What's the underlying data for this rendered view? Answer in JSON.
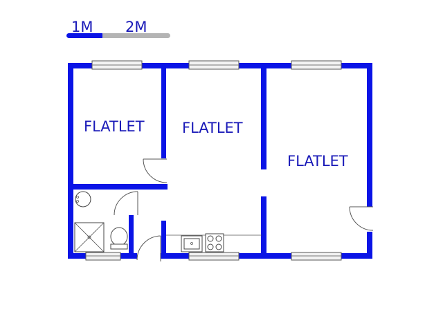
{
  "scale_bar": {
    "segments": [
      {
        "label": "1M",
        "color": "#0a14e6"
      },
      {
        "label": "2M",
        "color": "#b4b4b4"
      }
    ]
  },
  "rooms": [
    {
      "label": "FLATLET"
    },
    {
      "label": "FLATLET"
    },
    {
      "label": "FLATLET"
    }
  ],
  "colors": {
    "wall": "#0a14e6",
    "label": "#1a1ab8",
    "fixture_stroke": "#444444"
  }
}
